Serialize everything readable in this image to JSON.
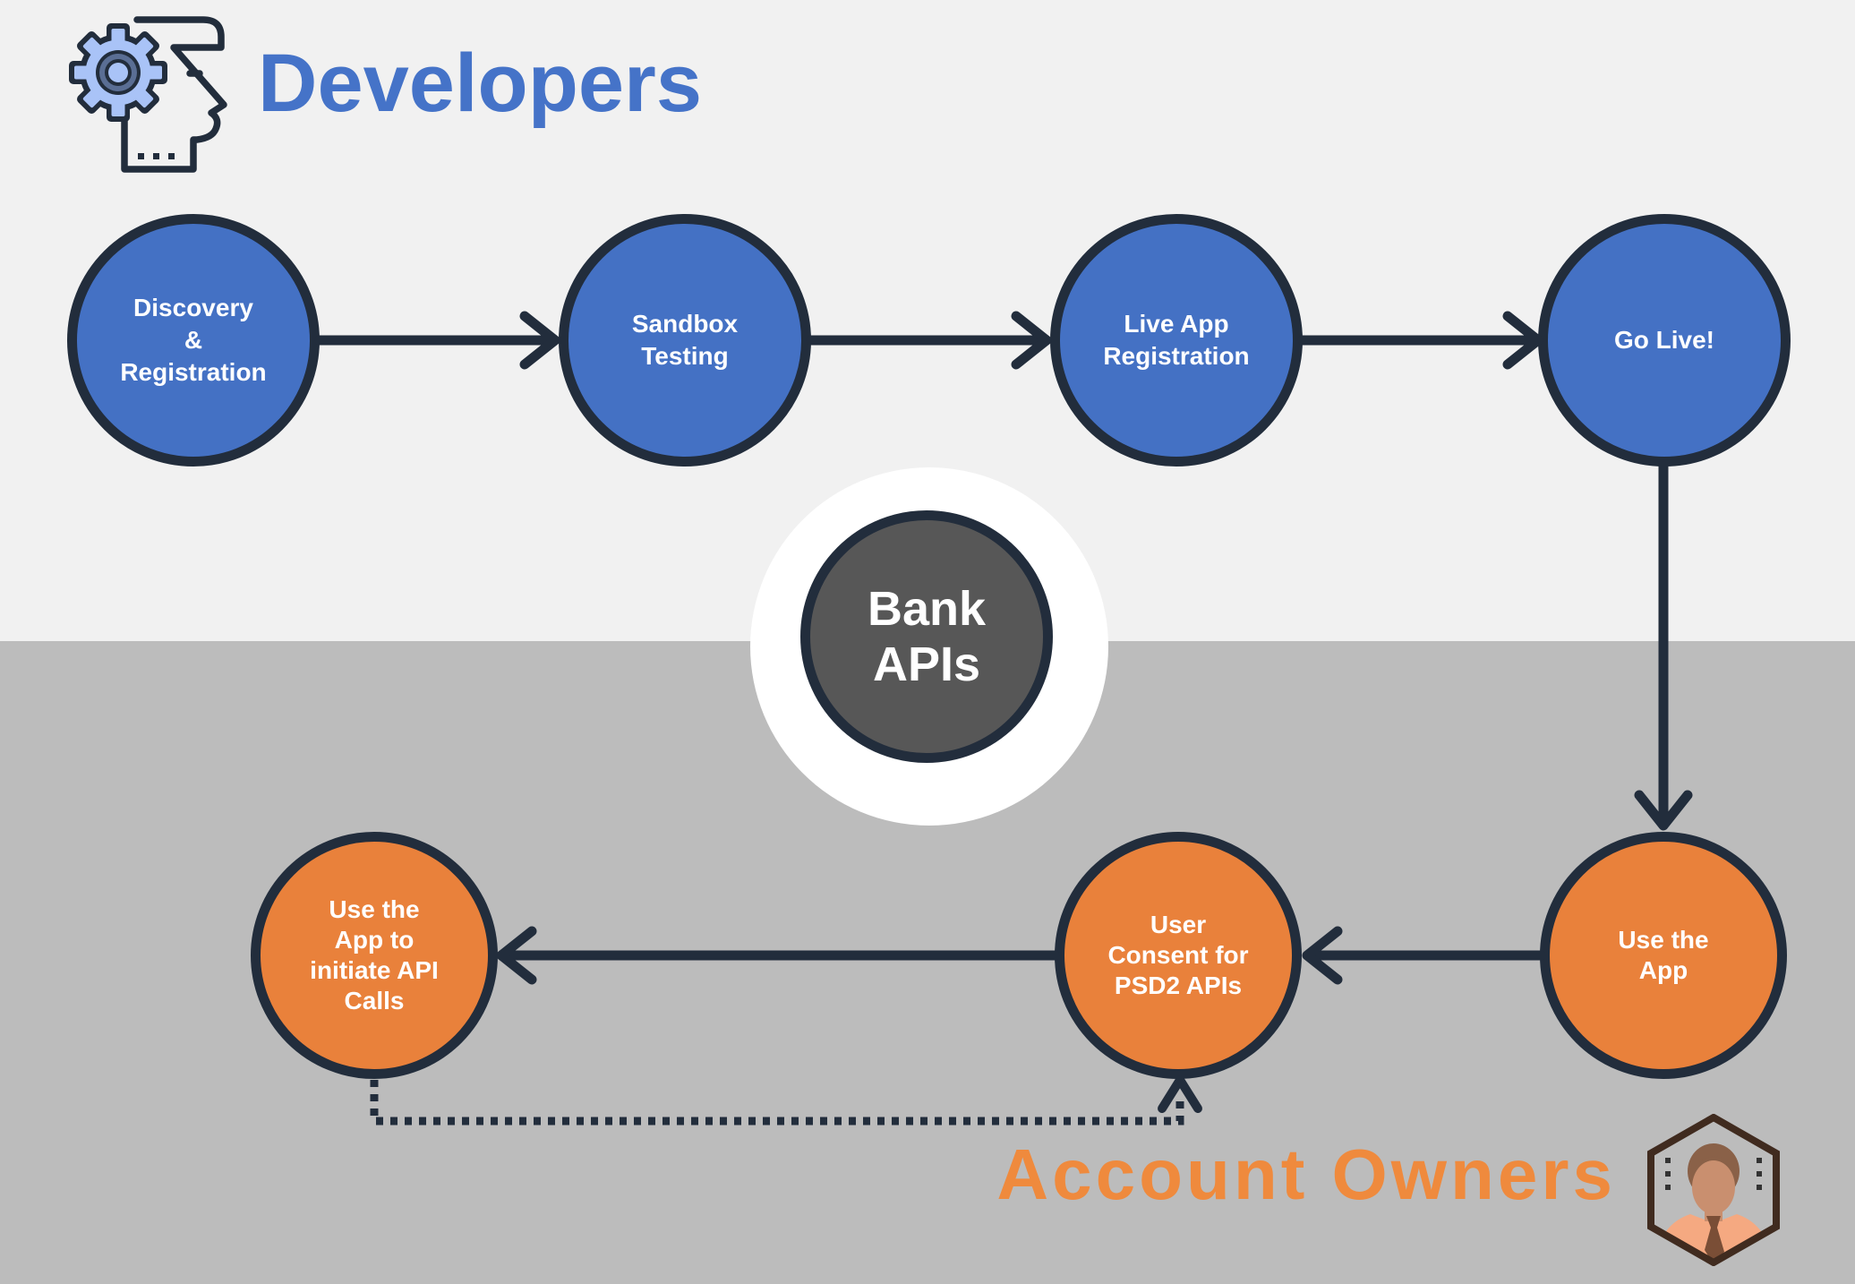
{
  "sections": {
    "developers": {
      "title": "Developers",
      "icon": "head-with-gear-icon"
    },
    "account_owners": {
      "title": "Account Owners",
      "icon": "person-hexagon-icon"
    }
  },
  "hub": {
    "lines": [
      "Bank",
      "APIs"
    ]
  },
  "developer_flow": [
    {
      "lines": [
        "Discovery",
        "&",
        "Registration"
      ]
    },
    {
      "lines": [
        "Sandbox",
        "Testing"
      ]
    },
    {
      "lines": [
        "Live App",
        "Registration"
      ]
    },
    {
      "lines": [
        "Go Live!"
      ]
    }
  ],
  "account_owner_flow": [
    {
      "lines": [
        "Use the",
        "App"
      ]
    },
    {
      "lines": [
        "User",
        "Consent for",
        "PSD2 APIs"
      ]
    },
    {
      "lines": [
        "Use the",
        "App to",
        "initiate API",
        "Calls"
      ]
    }
  ],
  "colors": {
    "developer_node": "#4471C4",
    "account_owner_node": "#E9813B",
    "outline_navy": "#222D3C",
    "hub_fill": "#575757",
    "hub_ring": "#FFFFFF",
    "bg_top": "#F1F1F1",
    "bg_bottom": "#BCBCBC",
    "developers_title": "#4573C8",
    "account_owners_title": "#EF8A3D"
  }
}
